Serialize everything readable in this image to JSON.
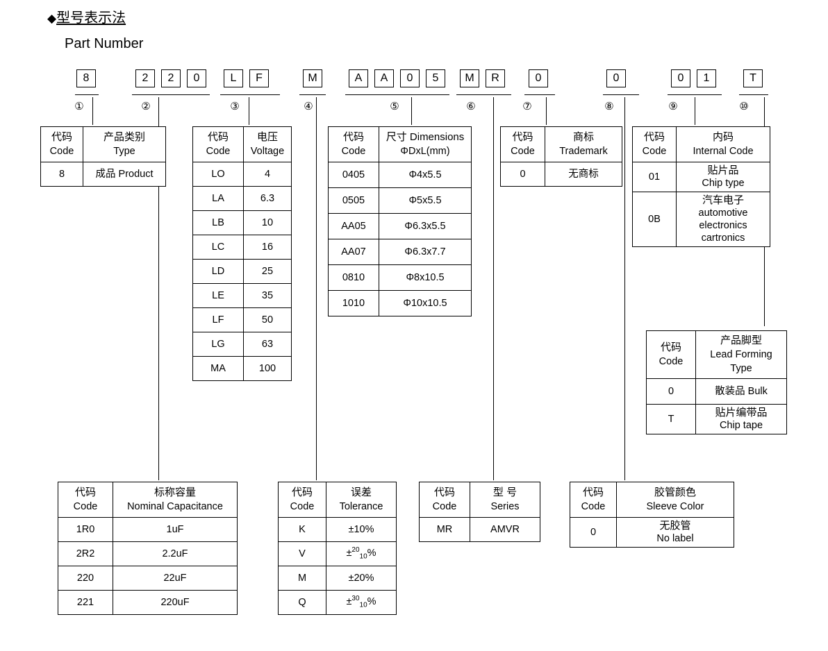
{
  "heading": {
    "marker": "◆",
    "title_cn": "型号表示法",
    "title_en": "Part Number"
  },
  "part_number": {
    "groups": [
      {
        "num": "①",
        "chars": [
          "8"
        ]
      },
      {
        "num": "②",
        "chars": [
          "2",
          "2",
          "0"
        ]
      },
      {
        "num": "③",
        "chars": [
          "L",
          "F"
        ]
      },
      {
        "num": "④",
        "chars": [
          "M"
        ]
      },
      {
        "num": "⑤",
        "chars": [
          "A",
          "A",
          "0",
          "5"
        ]
      },
      {
        "num": "⑥",
        "chars": [
          "M",
          "R"
        ]
      },
      {
        "num": "⑦",
        "chars": [
          "0"
        ]
      },
      {
        "num": "⑧",
        "chars": [
          "0"
        ]
      },
      {
        "num": "⑨",
        "chars": [
          "0",
          "1"
        ]
      },
      {
        "num": "⑩",
        "chars": [
          "T"
        ]
      }
    ]
  },
  "tables": {
    "type": {
      "header": {
        "code_cn": "代码",
        "code_en": "Code",
        "label_cn": "产品类别",
        "label_en": "Type"
      },
      "rows": [
        {
          "code": "8",
          "value": "成品 Product"
        }
      ]
    },
    "voltage": {
      "header": {
        "code_cn": "代码",
        "code_en": "Code",
        "label_cn": "电压",
        "label_en": "Voltage"
      },
      "rows": [
        {
          "code": "LO",
          "value": "4"
        },
        {
          "code": "LA",
          "value": "6.3"
        },
        {
          "code": "LB",
          "value": "10"
        },
        {
          "code": "LC",
          "value": "16"
        },
        {
          "code": "LD",
          "value": "25"
        },
        {
          "code": "LE",
          "value": "35"
        },
        {
          "code": "LF",
          "value": "50"
        },
        {
          "code": "LG",
          "value": "63"
        },
        {
          "code": "MA",
          "value": "100"
        }
      ]
    },
    "dimensions": {
      "header": {
        "code_cn": "代码",
        "code_en": "Code",
        "label_cn": "尺寸 Dimensions",
        "label_en": "ΦDxL(mm)"
      },
      "rows": [
        {
          "code": "0405",
          "value": "Φ4x5.5"
        },
        {
          "code": "0505",
          "value": "Φ5x5.5"
        },
        {
          "code": "AA05",
          "value": "Φ6.3x5.5"
        },
        {
          "code": "AA07",
          "value": "Φ6.3x7.7"
        },
        {
          "code": "0810",
          "value": "Φ8x10.5"
        },
        {
          "code": "1010",
          "value": "Φ10x10.5"
        }
      ]
    },
    "trademark": {
      "header": {
        "code_cn": "代码",
        "code_en": "Code",
        "label_cn": "商标",
        "label_en": "Trademark"
      },
      "rows": [
        {
          "code": "0",
          "value": "无商标"
        }
      ]
    },
    "internal_code": {
      "header": {
        "code_cn": "代码",
        "code_en": "Code",
        "label_cn": "内码",
        "label_en": "Internal Code"
      },
      "rows": [
        {
          "code": "01",
          "line1": "贴片品",
          "line2": "Chip type",
          "line3": "",
          "line4": ""
        },
        {
          "code": "0B",
          "line1": "汽车电子",
          "line2": "automotive",
          "line3": "electronics",
          "line4": "cartronics"
        }
      ]
    },
    "lead_forming": {
      "header": {
        "code_cn": "代码",
        "code_en": "Code",
        "label_cn": "产品脚型",
        "label_en1": "Lead Forming",
        "label_en2": "Type"
      },
      "rows": [
        {
          "code": "0",
          "line1": "散装品 Bulk",
          "line2": ""
        },
        {
          "code": "T",
          "line1": "贴片编带品",
          "line2": "Chip tape"
        }
      ]
    },
    "capacitance": {
      "header": {
        "code_cn": "代码",
        "code_en": "Code",
        "label_cn": "标称容量",
        "label_en": "Nominal Capacitance"
      },
      "rows": [
        {
          "code": "1R0",
          "value": "1uF"
        },
        {
          "code": "2R2",
          "value": "2.2uF"
        },
        {
          "code": "220",
          "value": "22uF"
        },
        {
          "code": "221",
          "value": "220uF"
        }
      ]
    },
    "tolerance": {
      "header": {
        "code_cn": "代码",
        "code_en": "Code",
        "label_cn": "误差",
        "label_en": "Tolerance"
      },
      "rows": [
        {
          "code": "K",
          "plain": "±10%",
          "sup": "",
          "sub": "",
          "tail": ""
        },
        {
          "code": "V",
          "plain": "",
          "sign": "±",
          "sup": "20",
          "sub": "10",
          "tail": "%"
        },
        {
          "code": "M",
          "plain": "±20%",
          "sup": "",
          "sub": "",
          "tail": ""
        },
        {
          "code": "Q",
          "plain": "",
          "sign": "±",
          "sup": "30",
          "sub": "10",
          "tail": "%"
        }
      ]
    },
    "series": {
      "header": {
        "code_cn": "代码",
        "code_en": "Code",
        "label_cn": "型 号",
        "label_en": "Series"
      },
      "rows": [
        {
          "code": "MR",
          "value": "AMVR"
        }
      ]
    },
    "sleeve_color": {
      "header": {
        "code_cn": "代码",
        "code_en": "Code",
        "label_cn": "胶管颜色",
        "label_en": "Sleeve Color"
      },
      "rows": [
        {
          "code": "0",
          "line1": "无胶管",
          "line2": "No label"
        }
      ]
    }
  }
}
